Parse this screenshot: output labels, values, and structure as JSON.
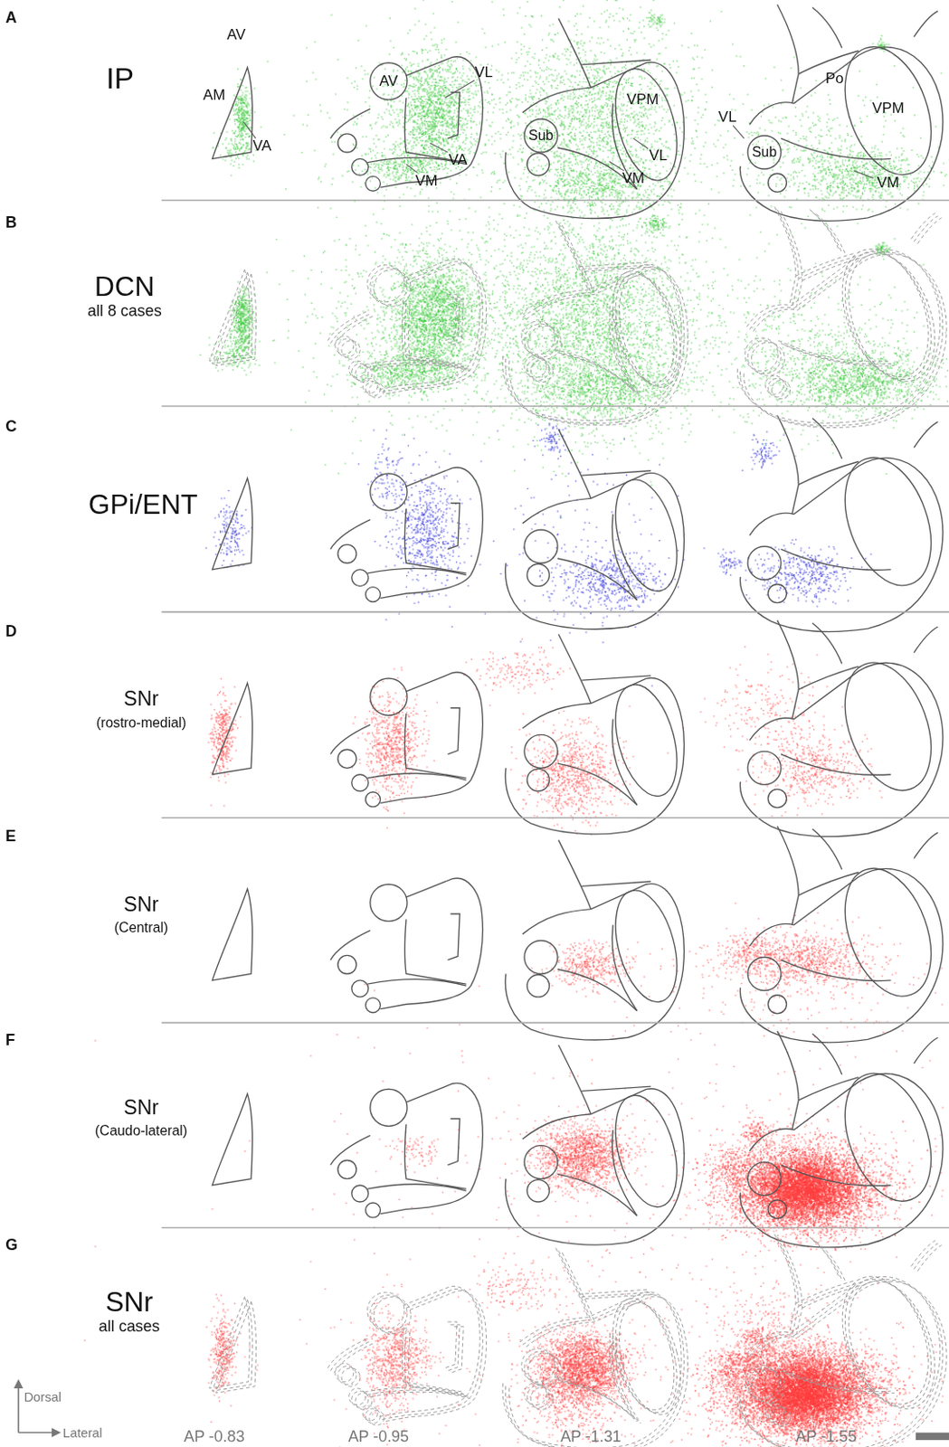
{
  "diagram": {
    "labels": [
      "A",
      "IP",
      "AV",
      "AM",
      "VA",
      "AV",
      "VL",
      "VA",
      "VM",
      "Sub",
      "VPM",
      "VL",
      "VM",
      "Po",
      "VPM",
      "VL",
      "Sub",
      "VM",
      "B",
      "DCN",
      "all 8 cases",
      "C",
      "GPi/ENT",
      "D",
      "SNr",
      "(rostro-medial)",
      "E",
      "SNr",
      "(Central)",
      "F",
      "SNr",
      "(Caudo-lateral)",
      "G",
      "SNr",
      "all cases",
      "Dorsal",
      "Lateral",
      "AP -0.83",
      "AP -0.95",
      "AP -1.31",
      "AP -1.55"
    ]
  }
}
